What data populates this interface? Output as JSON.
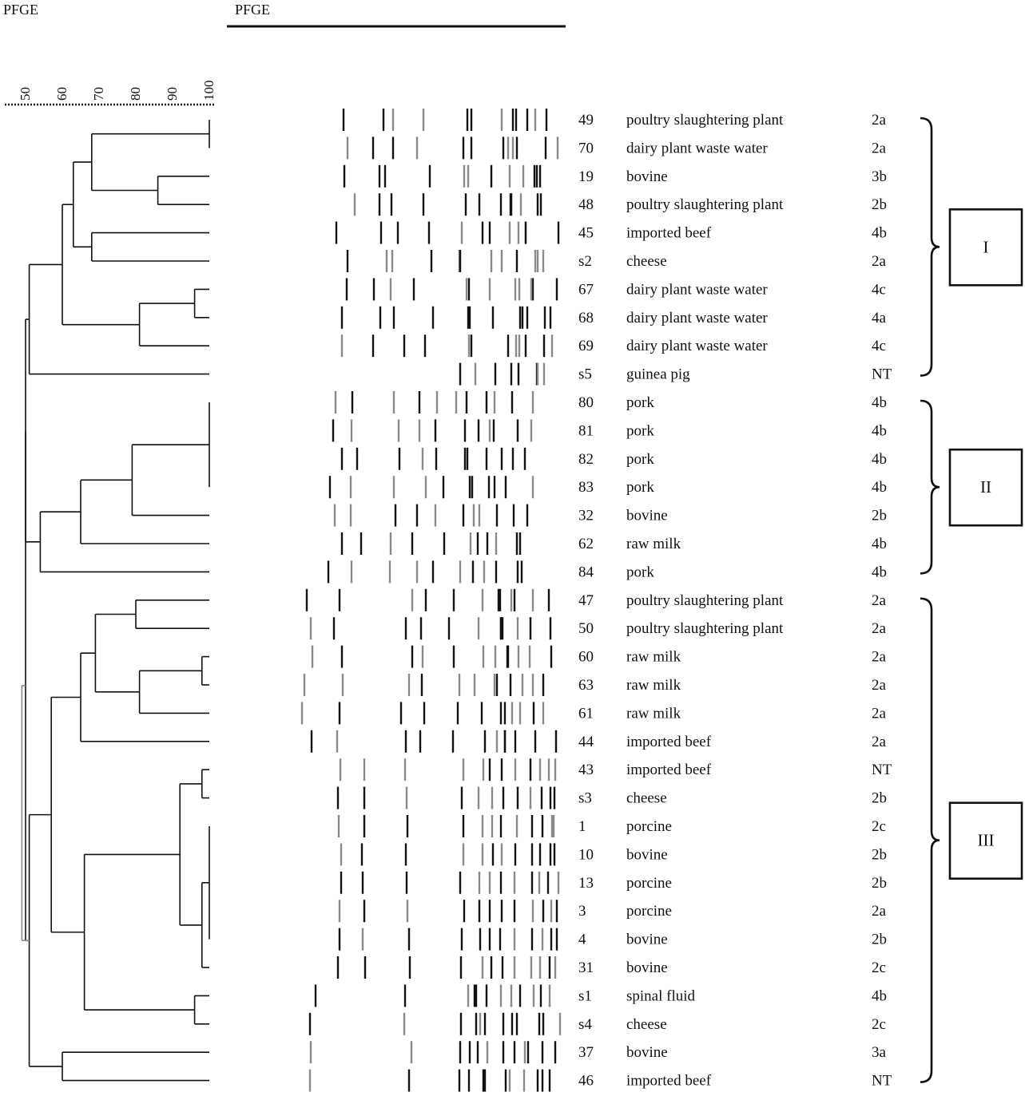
{
  "headers": {
    "dendrogram": "PFGE",
    "gel": "PFGE"
  },
  "scale": {
    "ticks": [
      "50",
      "60",
      "70",
      "80",
      "90",
      "100"
    ]
  },
  "isolates": [
    {
      "id": "49",
      "source": "poultry slaughtering plant",
      "serotype": "2a"
    },
    {
      "id": "70",
      "source": "dairy plant waste water",
      "serotype": "2a"
    },
    {
      "id": "19",
      "source": "bovine",
      "serotype": "3b"
    },
    {
      "id": "48",
      "source": "poultry slaughtering plant",
      "serotype": "2b"
    },
    {
      "id": "45",
      "source": "imported beef",
      "serotype": "4b"
    },
    {
      "id": "s2",
      "source": "cheese",
      "serotype": "2a"
    },
    {
      "id": "67",
      "source": "dairy plant waste water",
      "serotype": "4c"
    },
    {
      "id": "68",
      "source": "dairy plant waste water",
      "serotype": "4a"
    },
    {
      "id": "69",
      "source": "dairy plant waste water",
      "serotype": "4c"
    },
    {
      "id": "s5",
      "source": "guinea pig",
      "serotype": "NT"
    },
    {
      "id": "80",
      "source": "pork",
      "serotype": "4b"
    },
    {
      "id": "81",
      "source": "pork",
      "serotype": "4b"
    },
    {
      "id": "82",
      "source": "pork",
      "serotype": "4b"
    },
    {
      "id": "83",
      "source": "pork",
      "serotype": "4b"
    },
    {
      "id": "32",
      "source": "bovine",
      "serotype": "2b"
    },
    {
      "id": "62",
      "source": "raw milk",
      "serotype": "4b"
    },
    {
      "id": "84",
      "source": "pork",
      "serotype": "4b"
    },
    {
      "id": "47",
      "source": "poultry slaughtering plant",
      "serotype": "2a"
    },
    {
      "id": "50",
      "source": "poultry slaughtering plant",
      "serotype": "2a"
    },
    {
      "id": "60",
      "source": "raw milk",
      "serotype": "2a"
    },
    {
      "id": "63",
      "source": "raw milk",
      "serotype": "2a"
    },
    {
      "id": "61",
      "source": "raw milk",
      "serotype": "2a"
    },
    {
      "id": "44",
      "source": "imported beef",
      "serotype": "2a"
    },
    {
      "id": "43",
      "source": "imported beef",
      "serotype": "NT"
    },
    {
      "id": "s3",
      "source": "cheese",
      "serotype": "2b"
    },
    {
      "id": "1",
      "source": "porcine",
      "serotype": "2c"
    },
    {
      "id": "10",
      "source": "bovine",
      "serotype": "2b"
    },
    {
      "id": "13",
      "source": "porcine",
      "serotype": "2b"
    },
    {
      "id": "3",
      "source": "porcine",
      "serotype": "2a"
    },
    {
      "id": "4",
      "source": "bovine",
      "serotype": "2b"
    },
    {
      "id": "31",
      "source": "bovine",
      "serotype": "2c"
    },
    {
      "id": "s1",
      "source": "spinal fluid",
      "serotype": "4b"
    },
    {
      "id": "s4",
      "source": "cheese",
      "serotype": "2c"
    },
    {
      "id": "37",
      "source": "bovine",
      "serotype": "3a"
    },
    {
      "id": "46",
      "source": "imported beef",
      "serotype": "NT"
    }
  ],
  "clusters": [
    {
      "label": "I",
      "from": 0,
      "to": 9
    },
    {
      "label": "II",
      "from": 10,
      "to": 16
    },
    {
      "label": "III",
      "from": 17,
      "to": 34
    }
  ],
  "tree": [
    {
      "s": 100,
      "c": [
        0,
        1
      ]
    },
    {
      "s": 86,
      "c": [
        2,
        3
      ]
    },
    {
      "s": 68,
      "c": [
        35,
        36
      ]
    },
    {
      "s": 68,
      "c": [
        4,
        5
      ]
    },
    {
      "s": 63,
      "c": [
        37,
        38
      ]
    },
    {
      "s": 96,
      "c": [
        6,
        7
      ]
    },
    {
      "s": 81,
      "c": [
        40,
        8
      ]
    },
    {
      "s": 60,
      "c": [
        39,
        41
      ]
    },
    {
      "s": 51,
      "c": [
        42,
        9
      ]
    },
    {
      "s": 100,
      "c": [
        10,
        11,
        12,
        13
      ]
    },
    {
      "s": 79,
      "c": [
        44,
        14
      ]
    },
    {
      "s": 65,
      "c": [
        45,
        15
      ]
    },
    {
      "s": 54,
      "c": [
        46,
        16
      ]
    },
    {
      "s": 50,
      "c": [
        43,
        47
      ]
    },
    {
      "s": 80,
      "c": [
        17,
        18
      ]
    },
    {
      "s": 98,
      "c": [
        19,
        20
      ]
    },
    {
      "s": 81,
      "c": [
        50,
        21
      ]
    },
    {
      "s": 69,
      "c": [
        49,
        51
      ]
    },
    {
      "s": 65,
      "c": [
        52,
        22
      ]
    },
    {
      "s": 98,
      "c": [
        23,
        24
      ]
    },
    {
      "s": 100,
      "c": [
        25,
        26,
        27,
        28,
        29
      ]
    },
    {
      "s": 98,
      "c": [
        55,
        30
      ]
    },
    {
      "s": 92,
      "c": [
        54,
        56
      ]
    },
    {
      "s": 96,
      "c": [
        31,
        32
      ]
    },
    {
      "s": 66,
      "c": [
        57,
        58
      ]
    },
    {
      "s": 57,
      "c": [
        53,
        59
      ]
    },
    {
      "s": 60,
      "c": [
        33,
        34
      ]
    },
    {
      "s": 51,
      "c": [
        60,
        61
      ]
    },
    {
      "s": 50,
      "c": [
        48,
        62
      ]
    }
  ],
  "root": {
    "s": 49,
    "c": [
      63,
      62
    ]
  },
  "colors": {
    "ink": "#111111",
    "band_grey": "#8a8a8a"
  }
}
